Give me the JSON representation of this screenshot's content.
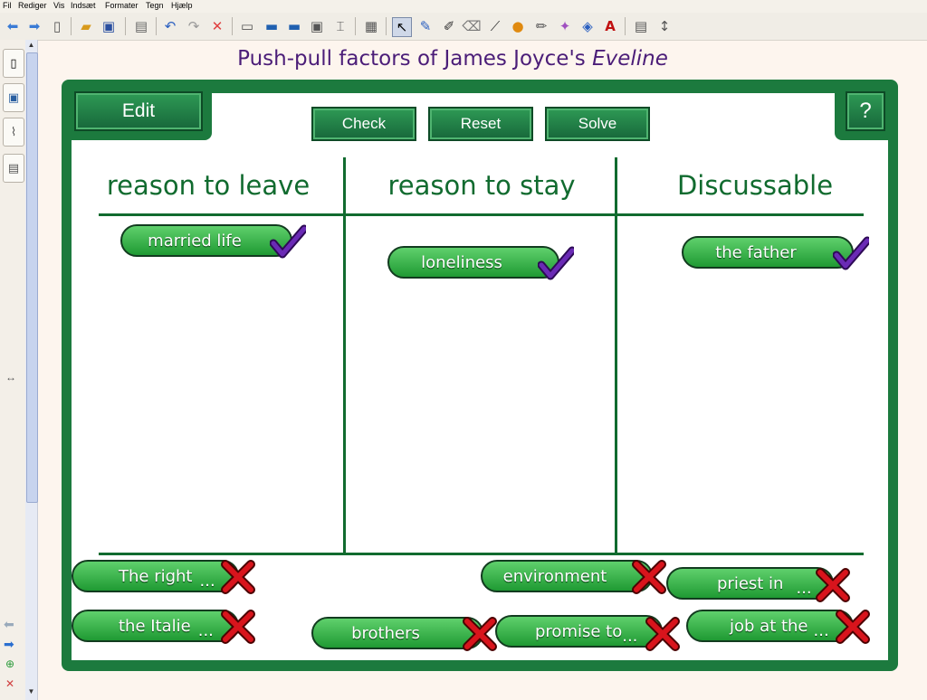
{
  "menu": [
    "Fil",
    "Rediger",
    "Vis",
    "Indsæt",
    "Formater",
    "Tegn",
    "Hjælp"
  ],
  "title": {
    "main": "Push-pull factors of James Joyce's ",
    "italic": "Eveline"
  },
  "buttons": {
    "edit": "Edit",
    "check": "Check",
    "reset": "Reset",
    "solve": "Solve",
    "help": "?"
  },
  "columns": [
    "reason to leave",
    "reason to stay",
    "Discussable"
  ],
  "placed_cards": [
    {
      "label": "married life",
      "result": "correct"
    },
    {
      "label": "loneliness",
      "result": "correct"
    },
    {
      "label": "the father",
      "result": "correct"
    }
  ],
  "unplaced_cards": [
    {
      "label": "The right",
      "more": "...",
      "result": "incorrect"
    },
    {
      "label": "the Italie",
      "more": "...",
      "result": "incorrect"
    },
    {
      "label": "brothers",
      "more": "",
      "result": "incorrect"
    },
    {
      "label": "environment",
      "more": "",
      "result": "incorrect"
    },
    {
      "label": "promise to",
      "more": "...",
      "result": "incorrect"
    },
    {
      "label": "priest in",
      "more": "...",
      "result": "incorrect"
    },
    {
      "label": "job at the",
      "more": "...",
      "result": "incorrect"
    }
  ],
  "colors": {
    "frame": "#1c7a3e",
    "title": "#4b1d78",
    "check": "#5b1f9a",
    "cross": "#d8141c"
  }
}
